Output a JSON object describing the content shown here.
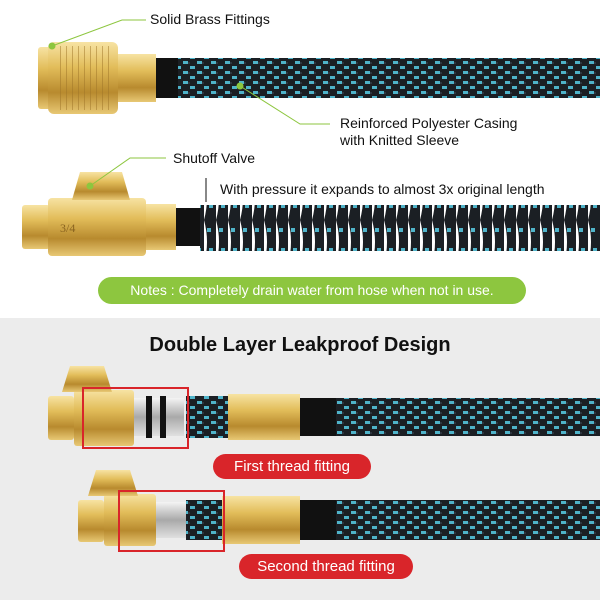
{
  "callouts": {
    "brass": "Solid Brass Fittings",
    "casing_line1": "Reinforced Polyester Casing",
    "casing_line2": "with Knitted Sleeve",
    "valve": "Shutoff Valve",
    "pressure": "With pressure it expands to almost 3x original length"
  },
  "notes": "Notes : Completely drain water from hose when not in use.",
  "section_title": "Double Layer Leakproof Design",
  "labels": {
    "first": "First thread fitting",
    "second": "Second thread fitting"
  },
  "valve_mark": "3/4",
  "colors": {
    "brass": "#d9b24f",
    "hose_dark": "#1b1f24",
    "hose_accent": "#4fb3c9",
    "callout_green": "#8dc63f",
    "label_red": "#d9252a"
  }
}
